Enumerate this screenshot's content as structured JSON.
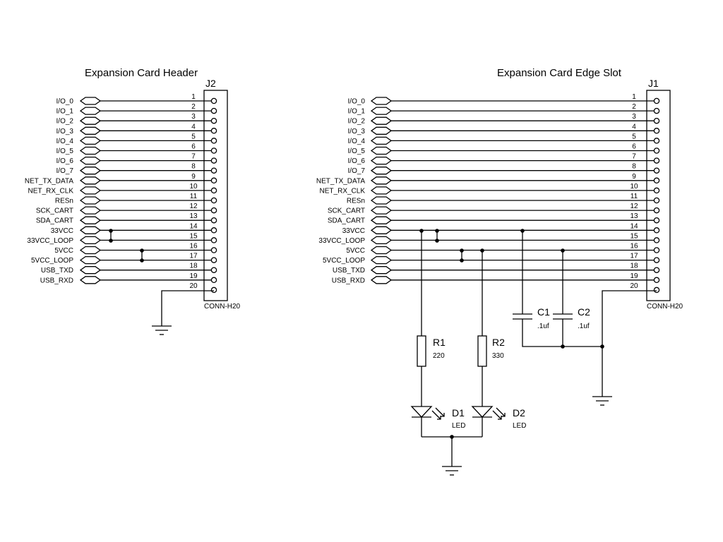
{
  "j2": {
    "title": "Expansion Card Header",
    "ref": "J2",
    "part": "CONN-H20"
  },
  "j1": {
    "title": "Expansion Card Edge Slot",
    "ref": "J1",
    "part": "CONN-H20"
  },
  "nets": [
    "I/O_0",
    "I/O_1",
    "I/O_2",
    "I/O_3",
    "I/O_4",
    "I/O_5",
    "I/O_6",
    "I/O_7",
    "NET_TX_DATA",
    "NET_RX_CLK",
    "RESn",
    "SCK_CART",
    "SDA_CART",
    "33VCC",
    "33VCC_LOOP",
    "5VCC",
    "5VCC_LOOP",
    "USB_TXD",
    "USB_RXD"
  ],
  "pins": [
    "1",
    "2",
    "3",
    "4",
    "5",
    "6",
    "7",
    "8",
    "9",
    "10",
    "11",
    "12",
    "13",
    "14",
    "15",
    "16",
    "17",
    "18",
    "19",
    "20"
  ],
  "components": {
    "r1": {
      "ref": "R1",
      "value": "220"
    },
    "r2": {
      "ref": "R2",
      "value": "330"
    },
    "c1": {
      "ref": "C1",
      "value": ".1uf"
    },
    "c2": {
      "ref": "C2",
      "value": ".1uf"
    },
    "d1": {
      "ref": "D1",
      "value": "LED"
    },
    "d2": {
      "ref": "D2",
      "value": "LED"
    }
  }
}
